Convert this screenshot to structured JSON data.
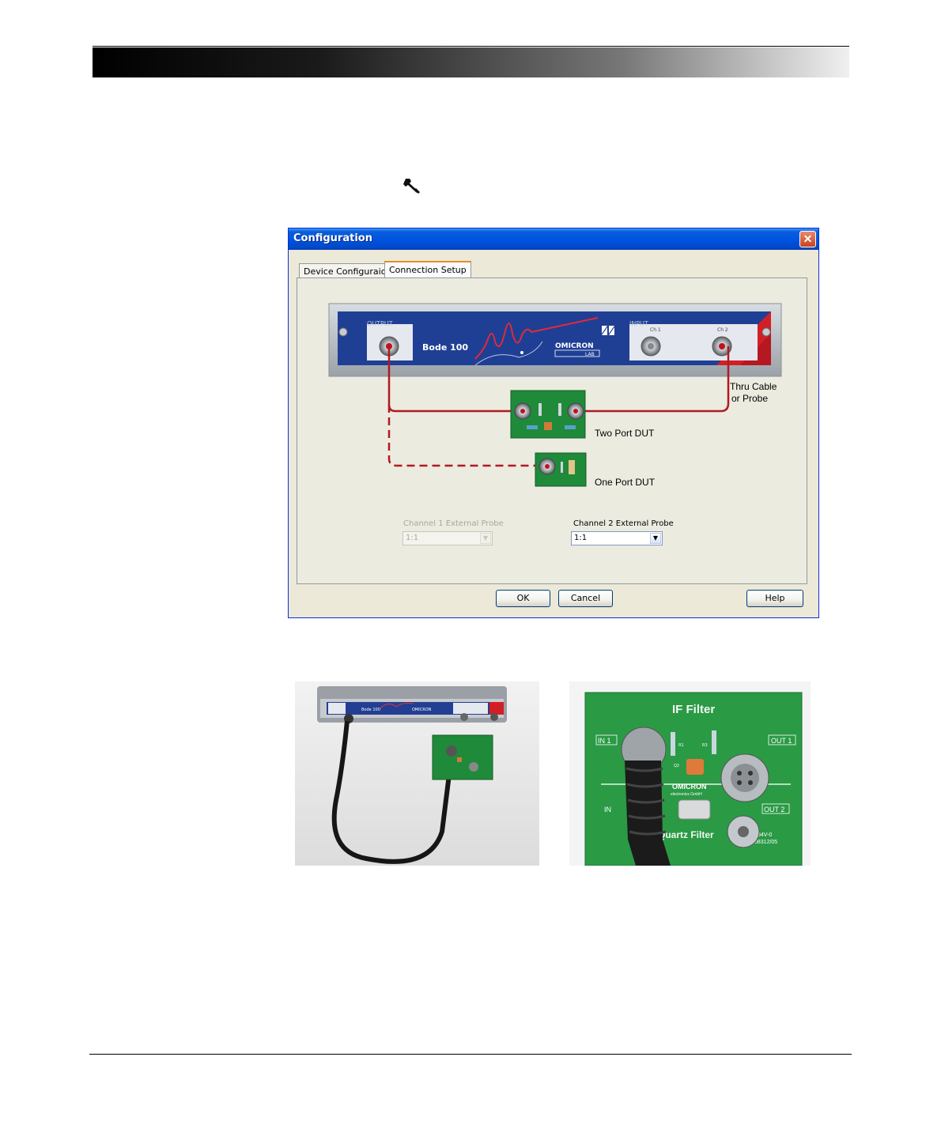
{
  "dialog": {
    "title": "Configuration",
    "close_label": "✕",
    "tabs": [
      {
        "label": "Device Configuraion"
      },
      {
        "label": "Connection Setup"
      }
    ],
    "device": {
      "output_label": "OUTPUT",
      "input_label": "INPUT",
      "model": "Bode 100",
      "brand": "OMICRON",
      "brand_sub": "LAB",
      "ch1": "Ch 1",
      "ch2": "Ch 2"
    },
    "diagram_labels": {
      "thru_cable_line1": "Thru Cable",
      "thru_cable_line2": "or Probe",
      "two_port": "Two Port DUT",
      "one_port": "One Port DUT"
    },
    "channel1": {
      "label": "Channel 1 External Probe",
      "value": "1:1"
    },
    "channel2": {
      "label": "Channel 2 External Probe",
      "value": "1:1"
    },
    "buttons": {
      "ok": "OK",
      "cancel": "Cancel",
      "help": "Help"
    }
  },
  "photos": {
    "left_device_label": "Bode 100",
    "left_brand": "OMICRON",
    "board_title": "IF Filter",
    "in1": "IN 1",
    "out1": "OUT 1",
    "in2": "IN",
    "out2": "OUT 2",
    "company": "OMICRON",
    "company_sub": "electronics GmbH",
    "quartz": "Quartz Filter",
    "mark1": "94V-0",
    "mark2": "08312/05",
    "r1": "R1",
    "r3": "R3",
    "q2": "Q2"
  },
  "colors": {
    "device_blue": "#1f3f95",
    "cable_red": "#c1121f",
    "pcb_green": "#1f8a3a",
    "xp_blue": "#0054e3"
  }
}
